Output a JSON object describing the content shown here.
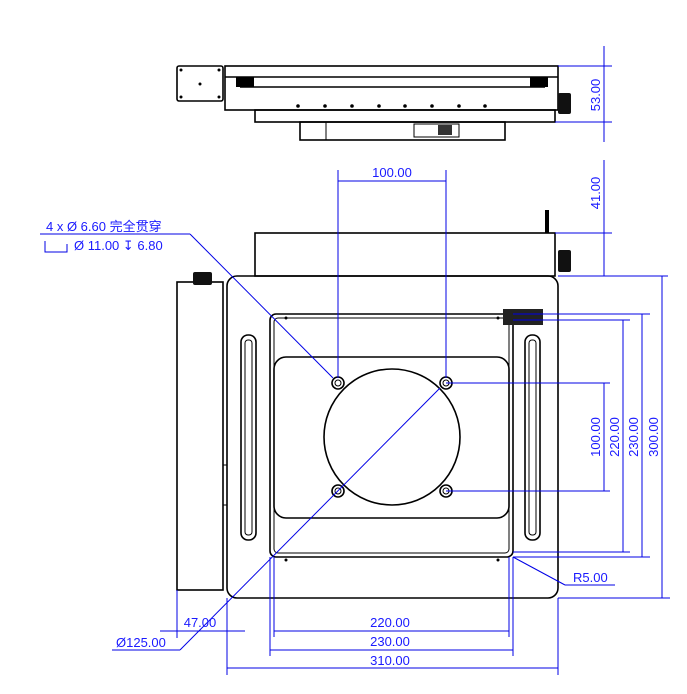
{
  "drawing": {
    "callout": {
      "line1": "4 x  Ø 6.60 完全贯穿",
      "line2": "Ø 11.00 ↧ 6.80"
    },
    "dimensions": {
      "side_height": "53.00",
      "rear_offset": "41.00",
      "hole_spacing_x": "100.00",
      "hole_spacing_y": "100.00",
      "inner_220_v": "220.00",
      "inner_230_v": "230.00",
      "overall_300": "300.00",
      "side_box_47": "47.00",
      "inner_220_h": "220.00",
      "inner_230_h": "230.00",
      "overall_310": "310.00",
      "aperture_dia": "Ø125.00",
      "corner_radius": "R5.00"
    },
    "colors": {
      "dimension": "#1a1aff",
      "part": "#000000"
    }
  }
}
